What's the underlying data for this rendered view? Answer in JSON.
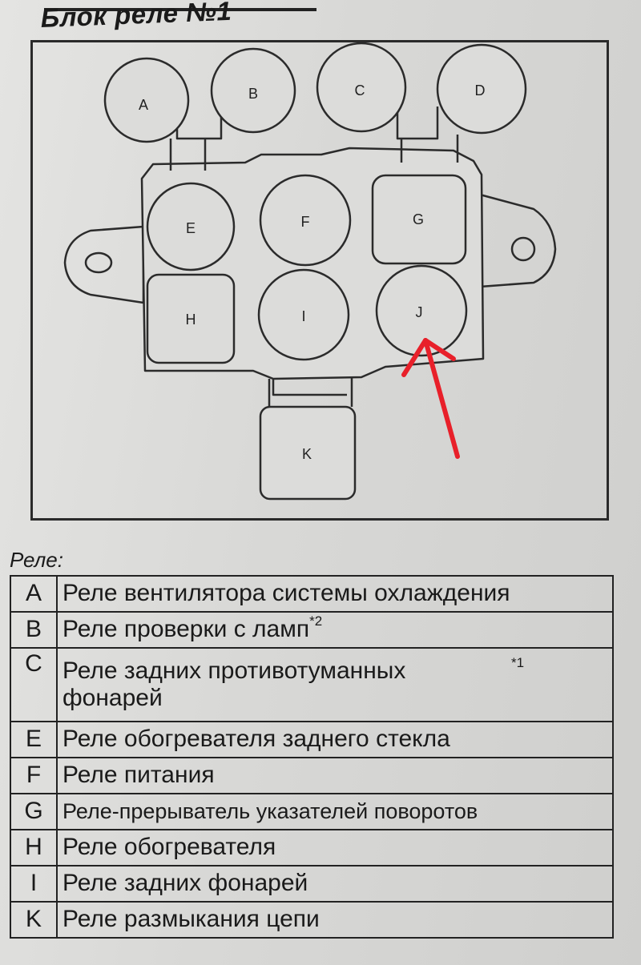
{
  "title": "Блок реле №1",
  "diagram": {
    "relays": [
      {
        "code": "A",
        "shape": "circle"
      },
      {
        "code": "B",
        "shape": "circle"
      },
      {
        "code": "C",
        "shape": "circle"
      },
      {
        "code": "D",
        "shape": "circle"
      },
      {
        "code": "E",
        "shape": "circle"
      },
      {
        "code": "F",
        "shape": "circle"
      },
      {
        "code": "G",
        "shape": "square"
      },
      {
        "code": "H",
        "shape": "square"
      },
      {
        "code": "I",
        "shape": "circle"
      },
      {
        "code": "J",
        "shape": "circle"
      },
      {
        "code": "K",
        "shape": "square"
      }
    ],
    "arrow_target": "J",
    "arrow_color": "#e8202a"
  },
  "legend": {
    "caption": "Реле:",
    "rows": [
      {
        "code": "A",
        "text": "Реле вентилятора системы охлаждения",
        "sup": ""
      },
      {
        "code": "B",
        "text": "Реле проверки с ламп",
        "sup": "*2"
      },
      {
        "code": "C",
        "text": "Реле задних противотуманных фонарей",
        "sup": "*1"
      },
      {
        "code": "E",
        "text": "Реле обогревателя заднего стекла",
        "sup": ""
      },
      {
        "code": "F",
        "text": "Реле питания",
        "sup": ""
      },
      {
        "code": "G",
        "text": "Реле-прерыватель указателей поворотов",
        "sup": ""
      },
      {
        "code": "H",
        "text": "Реле обогревателя",
        "sup": ""
      },
      {
        "code": "I",
        "text": "Реле задних фонарей",
        "sup": ""
      },
      {
        "code": "K",
        "text": "Реле размыкания цепи",
        "sup": ""
      }
    ]
  }
}
